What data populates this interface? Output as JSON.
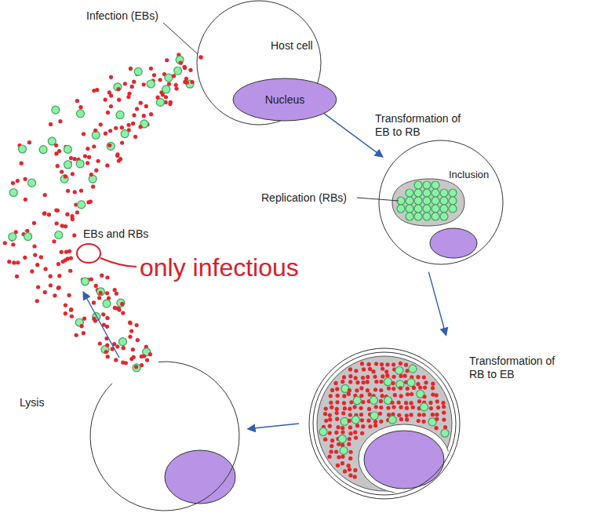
{
  "diagram": {
    "nodes": [
      {
        "text": [
          "Host cell"
        ]
      },
      {
        "text": [
          "Nucleus"
        ],
        "in": 0
      },
      {
        "text": [
          "Inclusion"
        ]
      },
      {
        "text": [
          "Transformation of RB to EB"
        ]
      },
      {
        "text": [
          "Lysis"
        ]
      }
    ],
    "edges": [
      {
        "from": 0,
        "to": 2,
        "arrow": "to",
        "label": "Transformation of EB to RB"
      },
      {
        "from": 2,
        "to": 3,
        "arrow": "to"
      },
      {
        "from": 3,
        "to": 4,
        "arrow": "to"
      }
    ],
    "labels": [
      "Infection (EBs)",
      "Replication (RBs)",
      "EBs and RBs",
      "only infectious"
    ]
  }
}
